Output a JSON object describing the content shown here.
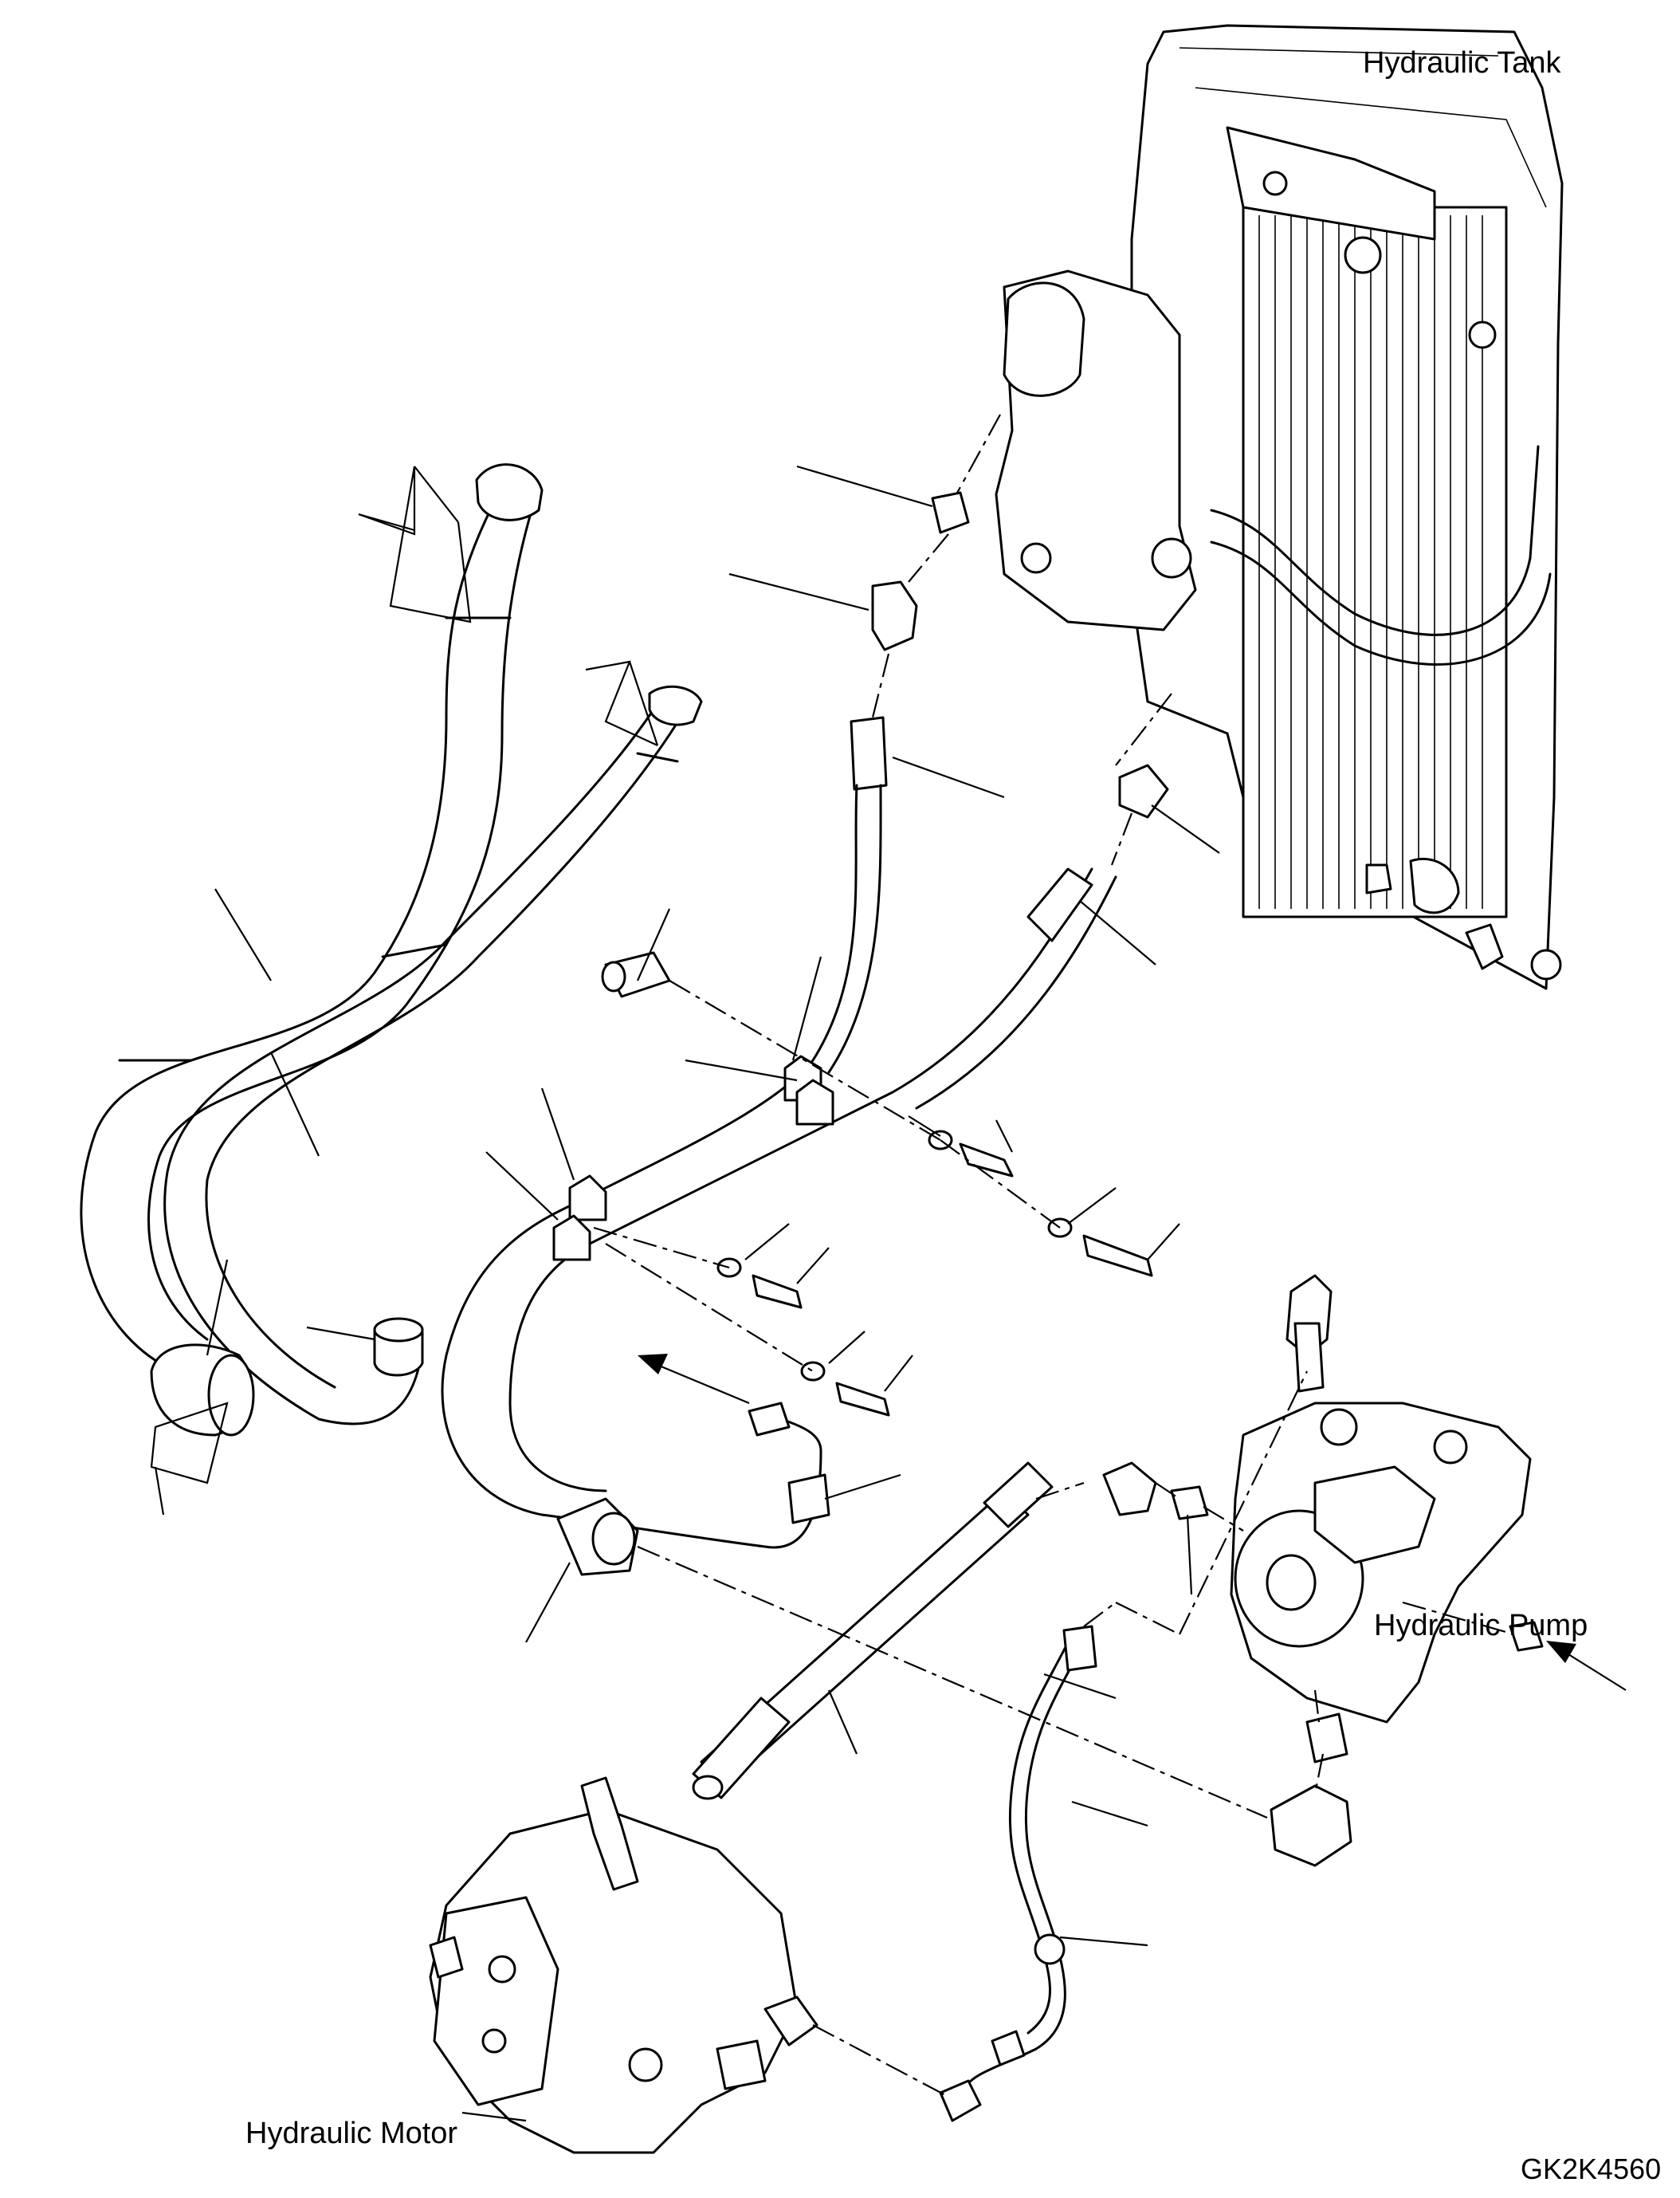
{
  "figure_code": "GK2K4560",
  "labels": {
    "tank": "Hydraulic Tank",
    "pump": "Hydraulic Pump",
    "motor": "Hydraulic Motor"
  },
  "colors": {
    "line": "#000000",
    "background": "#ffffff"
  }
}
